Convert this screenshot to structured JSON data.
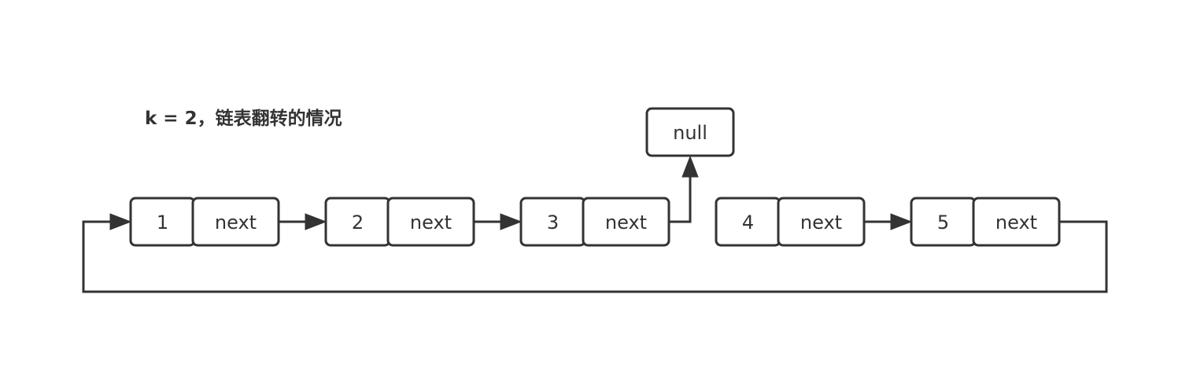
{
  "title": "k = 2，链表翻转的情况",
  "nodes": [
    {
      "id": "n1",
      "value": "1",
      "pointer": "next"
    },
    {
      "id": "n2",
      "value": "2",
      "pointer": "next"
    },
    {
      "id": "n3",
      "value": "3",
      "pointer": "next"
    },
    {
      "id": "n4",
      "value": "4",
      "pointer": "next"
    },
    {
      "id": "n5",
      "value": "5",
      "pointer": "next"
    }
  ],
  "null_node": {
    "id": "null",
    "label": "null"
  },
  "edges": [
    {
      "from": "n1",
      "to": "n2"
    },
    {
      "from": "n2",
      "to": "n3"
    },
    {
      "from": "n3",
      "to": "null"
    },
    {
      "from": "n4",
      "to": "n5"
    },
    {
      "from": "n5",
      "to": "n1"
    }
  ],
  "colors": {
    "stroke": "#333333",
    "fill": "#ffffff",
    "text": "#333333"
  }
}
